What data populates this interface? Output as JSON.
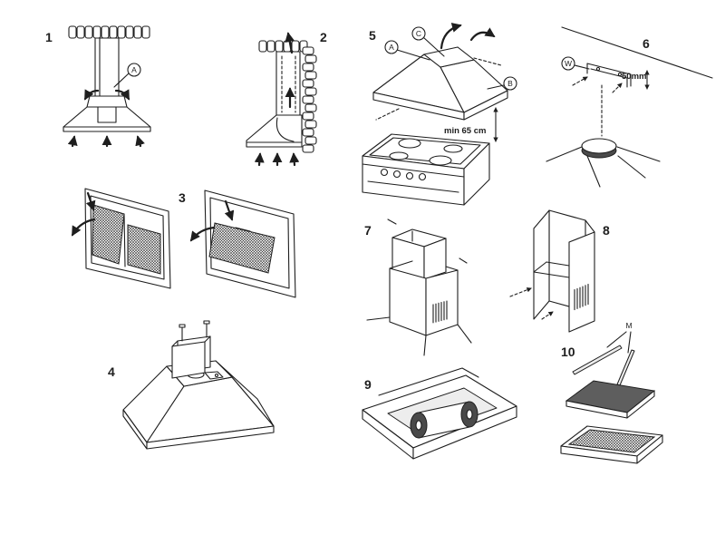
{
  "figures": [
    {
      "number": "1",
      "labels": {
        "a": "A"
      }
    },
    {
      "number": "2"
    },
    {
      "number": "3"
    },
    {
      "number": "4"
    },
    {
      "number": "5",
      "labels": {
        "a": "A",
        "b": "B",
        "c": "C"
      },
      "dimension": "min 65 cm"
    },
    {
      "number": "6",
      "labels": {
        "w": "W"
      },
      "dimension": "50mm"
    },
    {
      "number": "7"
    },
    {
      "number": "8"
    },
    {
      "number": "9"
    },
    {
      "number": "10",
      "labels": {
        "m": "M"
      }
    }
  ],
  "colors": {
    "line": "#1e1e1e",
    "filter_plate": "#5e5e5e",
    "motor_disk": "#4a4a4a",
    "background": "#ffffff"
  }
}
